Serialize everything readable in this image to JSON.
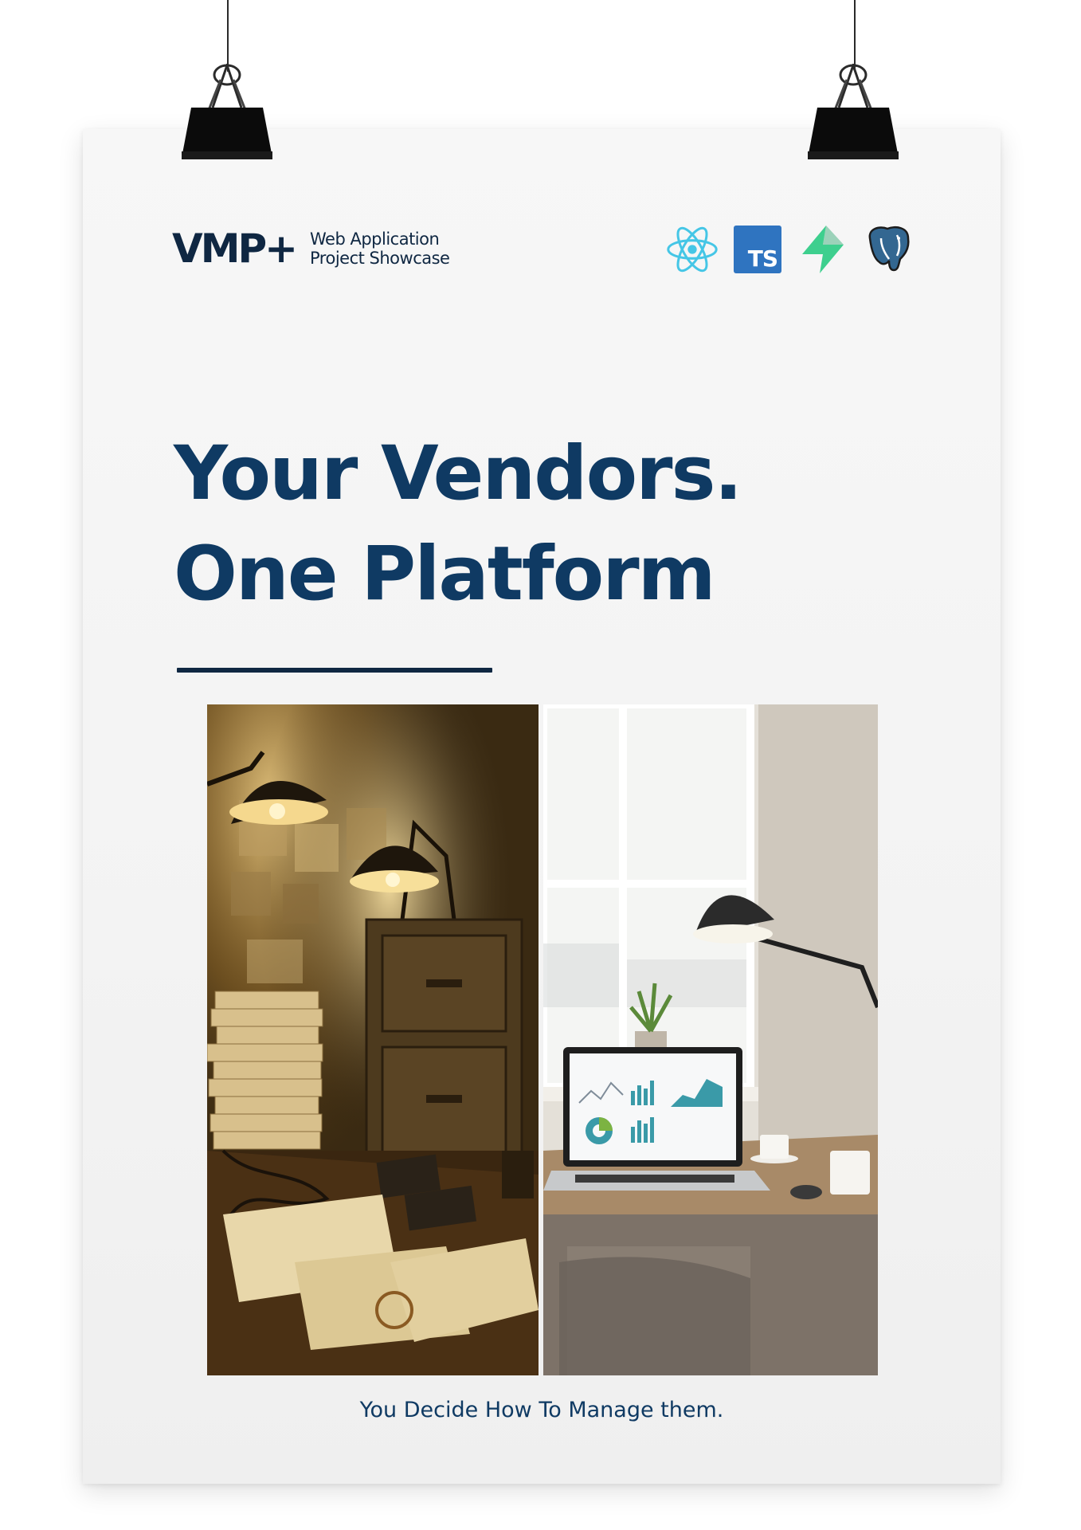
{
  "header": {
    "logo": "VMP+",
    "tagline_line1": "Web Application",
    "tagline_line2": "Project Showcase",
    "tech_icons": [
      "react-icon",
      "typescript-icon",
      "supabase-icon",
      "postgresql-icon"
    ],
    "ts_label": "TS"
  },
  "headline": {
    "line1": "Your Vendors.",
    "line2": "One Platform"
  },
  "caption": "You Decide How To Manage them.",
  "colors": {
    "navy": "#0f2742",
    "headline_blue": "#0f3a63",
    "react_cyan": "#45c6e6",
    "ts_blue": "#2f74c0",
    "supabase_green": "#3ecf8e"
  }
}
